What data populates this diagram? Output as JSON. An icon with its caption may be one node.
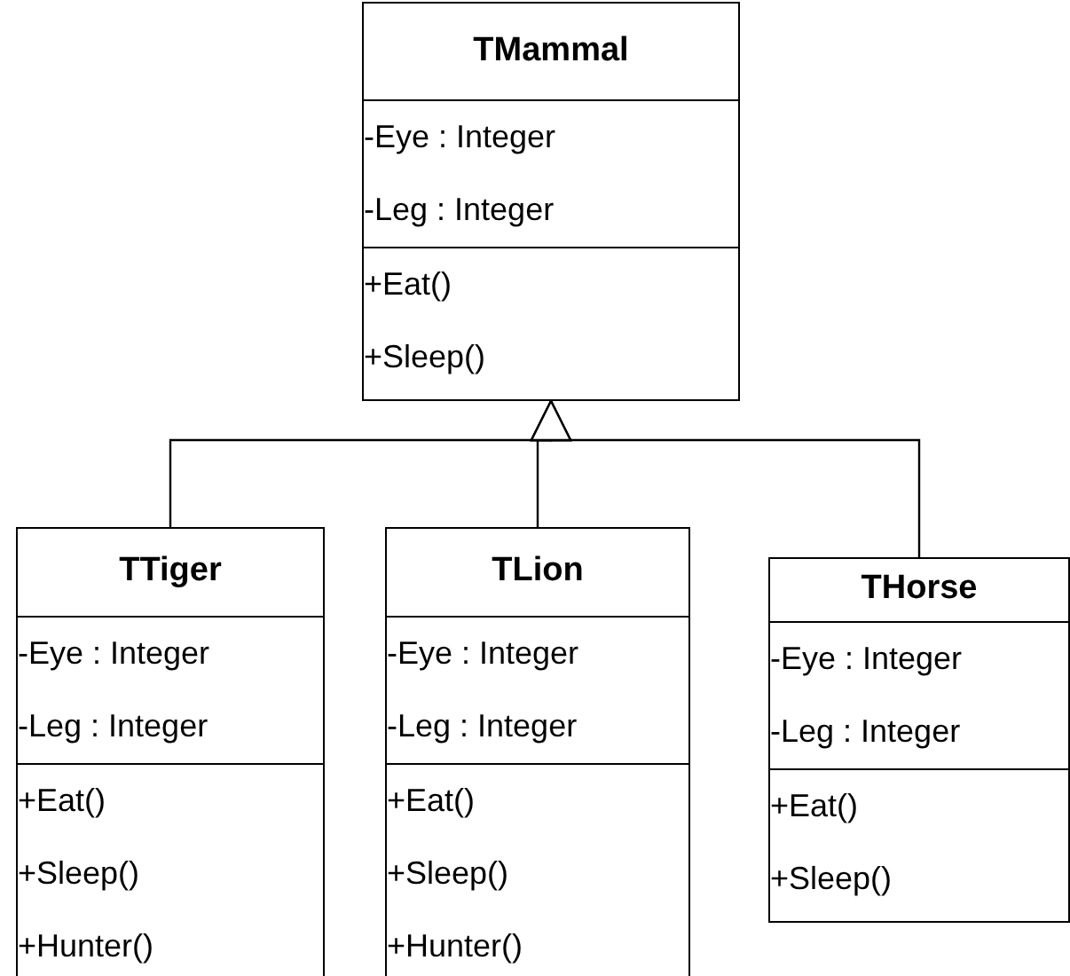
{
  "diagram": {
    "nodes": [
      {
        "text": [
          "TMammal",
          "-Eye : Integer",
          "-Leg : Integer",
          "+Eat()",
          "+Sleep()"
        ]
      },
      {
        "text": [
          "TTiger",
          "-Eye : Integer",
          "-Leg : Integer",
          "+Eat()",
          "+Sleep()",
          "+Hunter()"
        ]
      },
      {
        "text": [
          "TLion",
          "-Eye : Integer",
          "-Leg : Integer",
          "+Eat()",
          "+Sleep()",
          "+Hunter()"
        ]
      },
      {
        "text": [
          "THorse",
          "-Eye : Integer",
          "-Leg : Integer",
          "+Eat()",
          "+Sleep()"
        ]
      }
    ],
    "edges": [
      {
        "from": 1,
        "to": 0,
        "arrow": "to"
      },
      {
        "from": 2,
        "to": 0,
        "arrow": "to"
      },
      {
        "from": 3,
        "to": 0,
        "arrow": "to"
      }
    ]
  }
}
